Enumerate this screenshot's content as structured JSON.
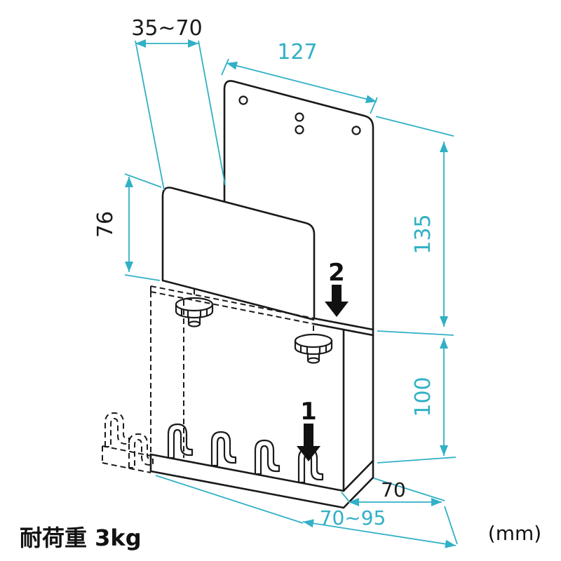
{
  "diagram": {
    "dims": {
      "top_depth": "35~70",
      "width": "127",
      "front_height": "76",
      "back_height": "135",
      "lower_height": "100",
      "bottom_depth": "70",
      "bottom_width": "70~95"
    },
    "unit": "(mm)",
    "load_capacity": "耐荷重 3kg",
    "steps": {
      "step1": "1",
      "step2": "2"
    },
    "colors": {
      "dimension_line": "#31b0c6",
      "drawing_line": "#1a1a1a"
    }
  }
}
